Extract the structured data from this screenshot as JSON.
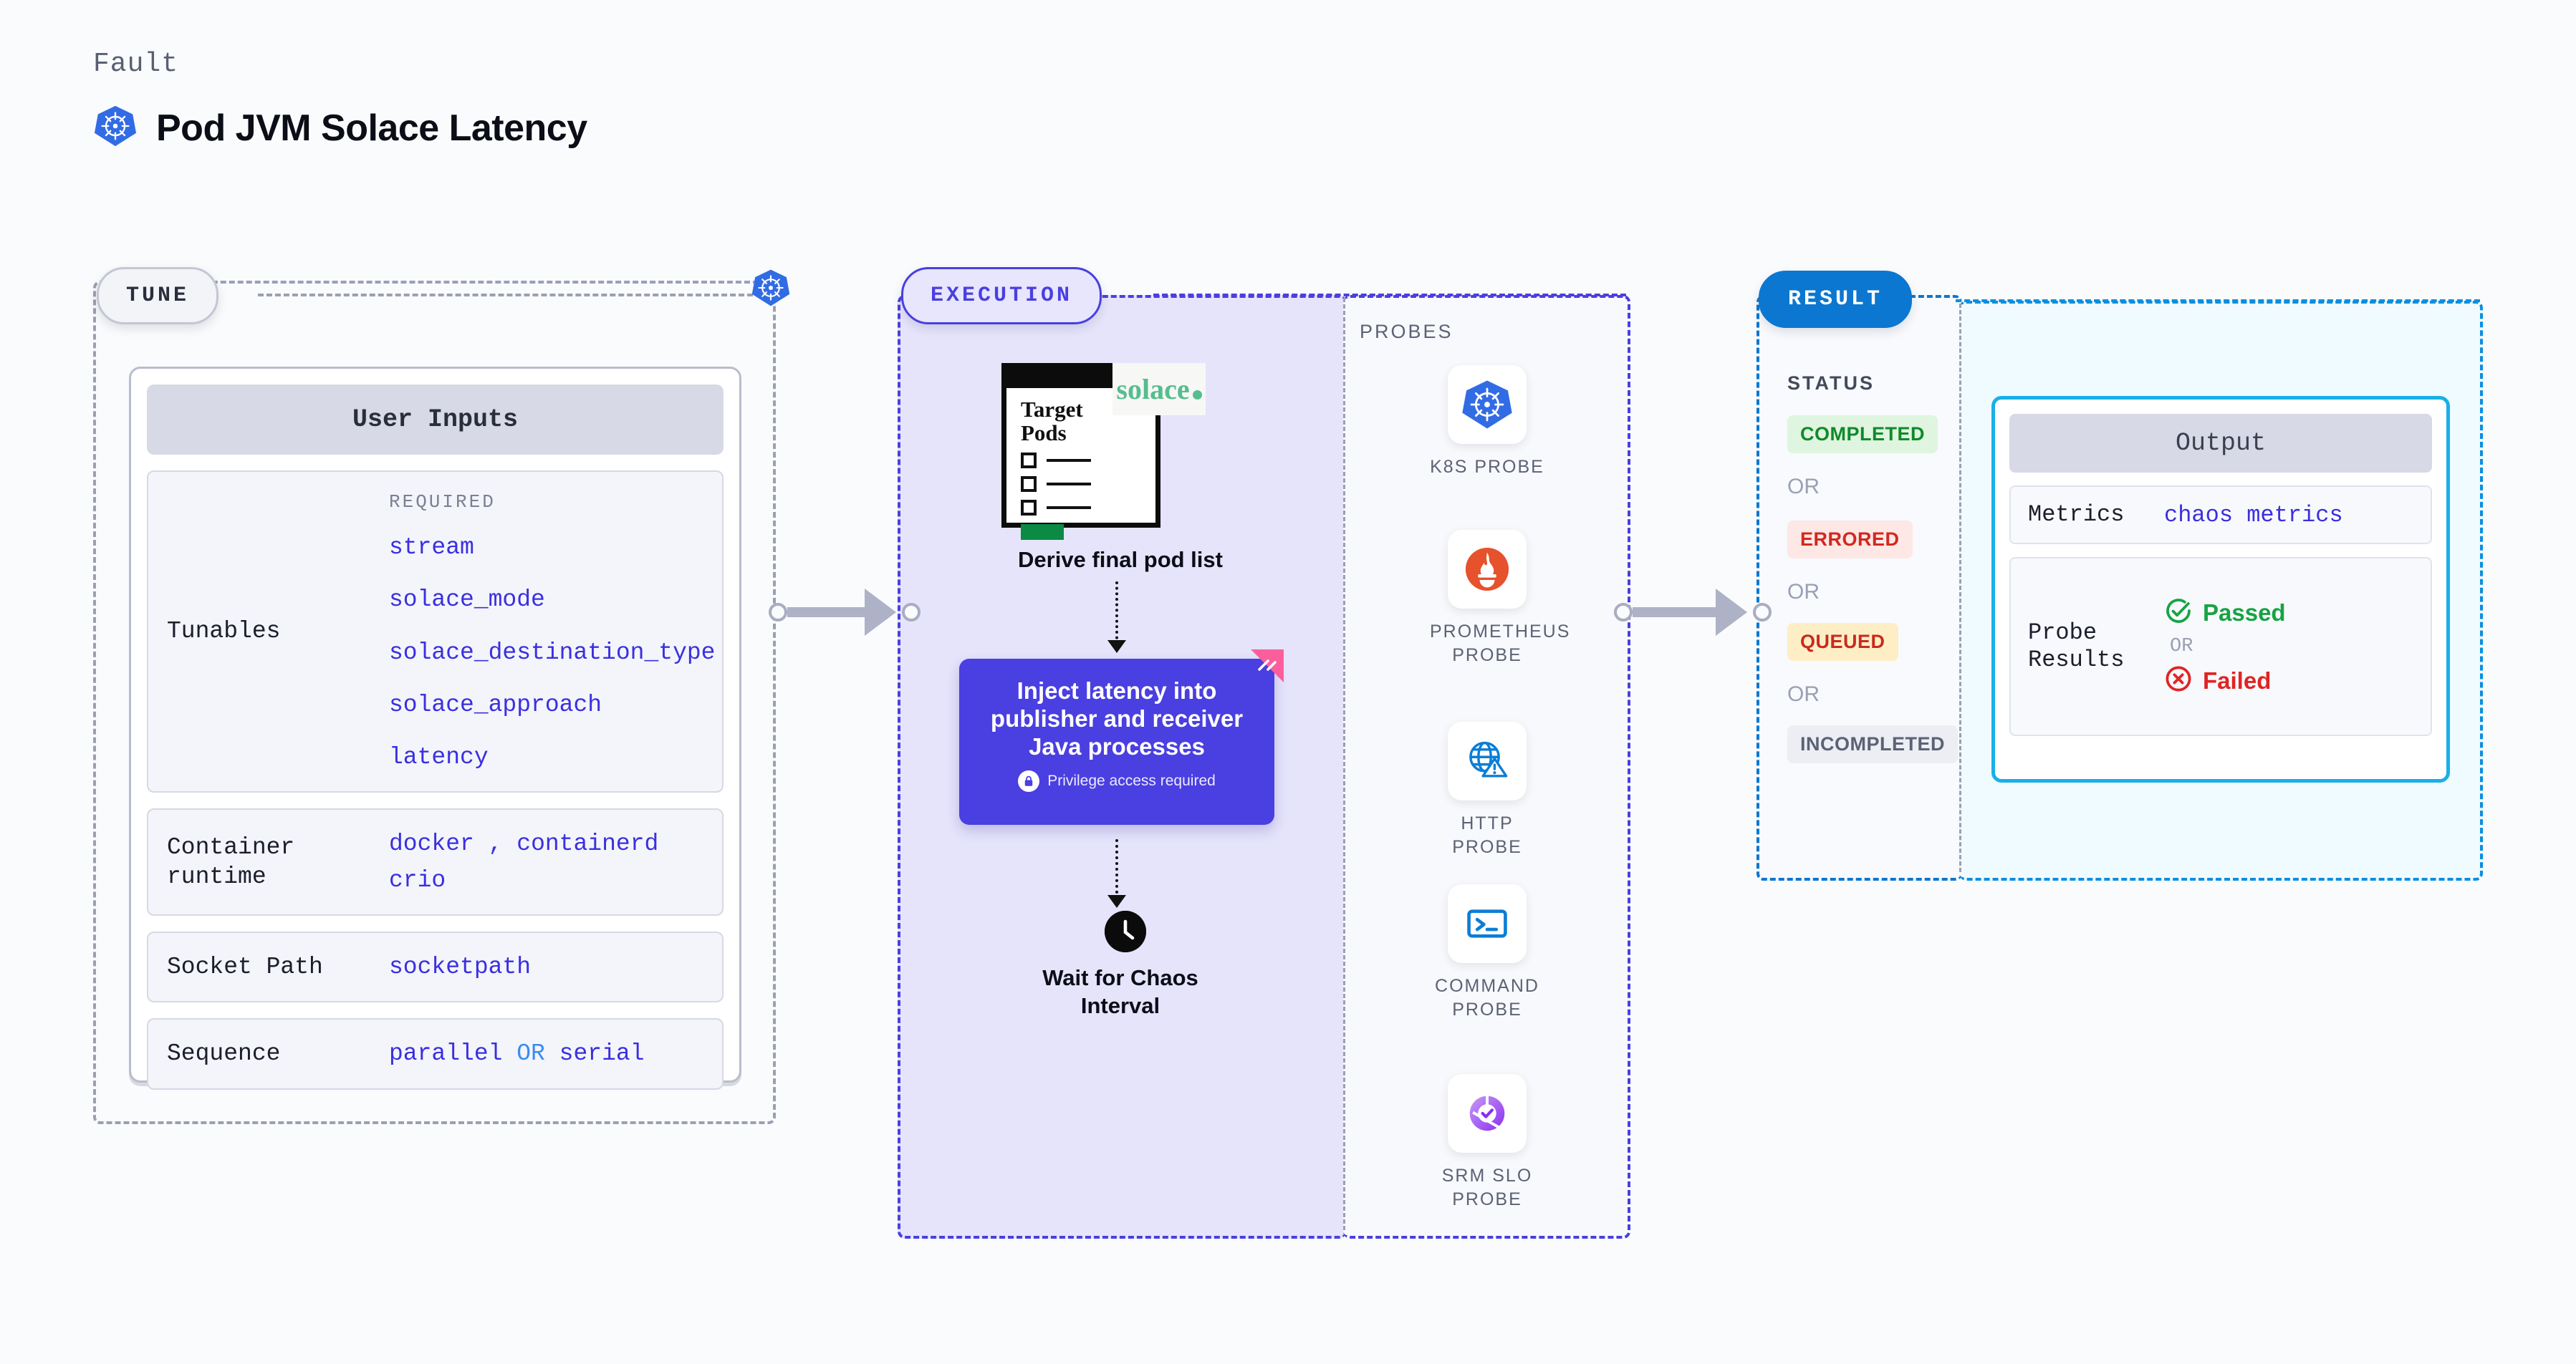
{
  "header": {
    "fault_label": "Fault",
    "title": "Pod JVM Solace Latency",
    "icon": "kubernetes-icon"
  },
  "stages": {
    "tune": {
      "pill": "TUNE",
      "badge_icon": "kubernetes-icon"
    },
    "execution": {
      "pill": "EXECUTION"
    },
    "result": {
      "pill": "RESULT"
    }
  },
  "tune": {
    "card_title": "User Inputs",
    "rows": [
      {
        "label": "Tunables",
        "caption": "REQUIRED",
        "values": [
          "stream",
          "solace_mode",
          "solace_destination_type",
          "solace_approach",
          "latency"
        ]
      },
      {
        "label": "Container runtime",
        "values": [
          "docker",
          ",",
          "containerd",
          "crio"
        ]
      },
      {
        "label": "Socket Path",
        "values": [
          "socketpath"
        ]
      },
      {
        "label": "Sequence",
        "values": [
          "parallel",
          "OR",
          "serial"
        ]
      }
    ],
    "container_runtime_label": "Container runtime",
    "container_runtime_v1": "docker",
    "container_runtime_sep": ",",
    "container_runtime_v2": "containerd",
    "container_runtime_v3": "crio",
    "socket_label": "Socket Path",
    "socket_value": "socketpath",
    "sequence_label": "Sequence",
    "sequence_v1": "parallel",
    "sequence_or": "OR",
    "sequence_v2": "serial",
    "tunables_label": "Tunables",
    "required_caption": "REQUIRED"
  },
  "execution": {
    "document": {
      "title_line1": "Target",
      "title_line2": "Pods",
      "brand": "solace"
    },
    "derive_label": "Derive final pod list",
    "inject": {
      "text": "Inject latency into publisher and receiver Java processes",
      "privilege_note": "Privilege access required",
      "icon": "lock-icon",
      "corner_icon": "chaos-shuffle-icon",
      "color": "#4a3fe0"
    },
    "wait": {
      "icon": "clock-icon",
      "label_line1": "Wait for Chaos",
      "label_line2": "Interval"
    }
  },
  "probes": {
    "title": "PROBES",
    "items": [
      {
        "name": "K8S PROBE",
        "icon": "kubernetes-icon"
      },
      {
        "name": "PROMETHEUS PROBE",
        "icon": "prometheus-icon"
      },
      {
        "name": "HTTP PROBE",
        "icon": "http-globe-warning-icon"
      },
      {
        "name": "COMMAND PROBE",
        "icon": "terminal-icon"
      },
      {
        "name": "SRM SLO PROBE",
        "icon": "srm-slo-donut-icon"
      }
    ]
  },
  "result": {
    "status_title": "STATUS",
    "or_label": "OR",
    "badges": [
      {
        "label": "COMPLETED",
        "bg": "#dff5e0",
        "fg": "#108a28"
      },
      {
        "label": "ERRORED",
        "bg": "#fde8e6",
        "fg": "#d2281f"
      },
      {
        "label": "QUEUED",
        "bg": "#fdeec6",
        "fg": "#c92a1f"
      },
      {
        "label": "INCOMPLETED",
        "bg": "#eceef4",
        "fg": "#5c6275"
      }
    ],
    "output": {
      "title": "Output",
      "metrics_label": "Metrics",
      "metrics_value": "chaos metrics",
      "probe_results_label": "Probe Results",
      "passed_label": "Passed",
      "failed_label": "Failed",
      "or_label": "OR",
      "passed_icon": "check-circle-icon",
      "failed_icon": "x-circle-icon"
    }
  },
  "colors": {
    "accent_purple": "#4a3fe0",
    "accent_blue": "#0b77d0",
    "kubernetes_blue": "#326ce5",
    "solace_green": "#55bd8e",
    "pink": "#fa5f9c"
  }
}
